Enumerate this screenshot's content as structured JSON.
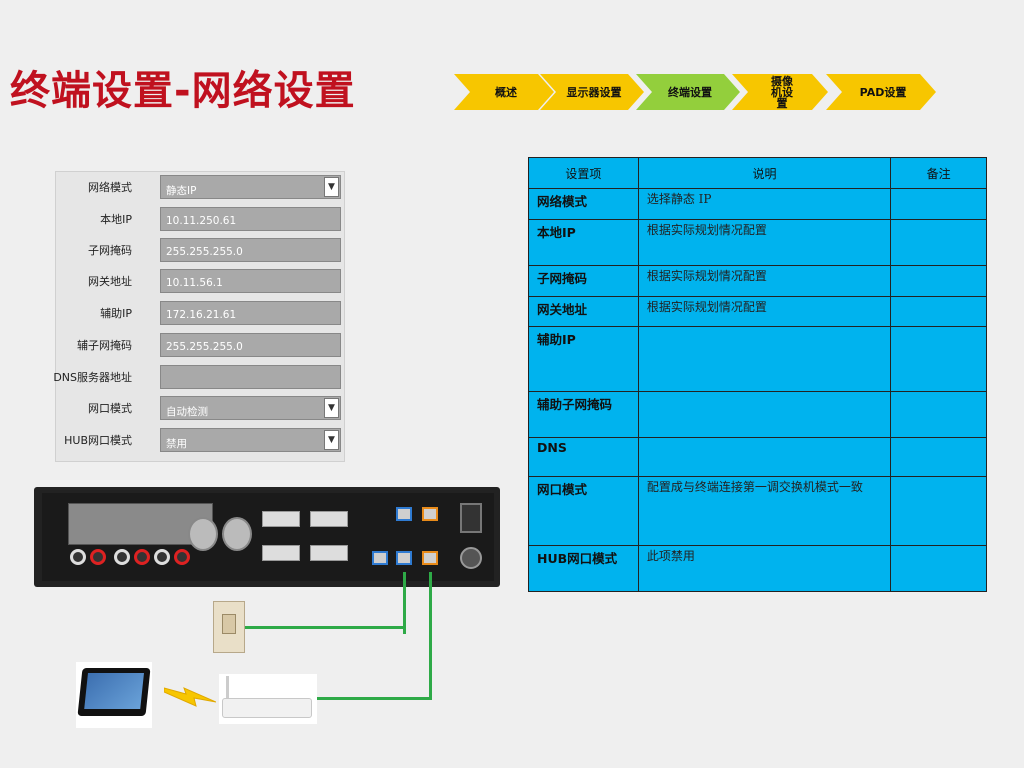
{
  "title": "终端设置-网络设置",
  "steps": [
    {
      "label": "概述",
      "color": "#f7c600"
    },
    {
      "label": "显示器设置",
      "color": "#f7c600"
    },
    {
      "label": "终端设置",
      "color": "#93cf3c",
      "active": true
    },
    {
      "label": "摄像机设置",
      "color": "#f7c600"
    },
    {
      "label": "PAD设置",
      "color": "#f7c600"
    }
  ],
  "form": [
    {
      "label": "网络模式",
      "value": "静态IP",
      "dropdown": true
    },
    {
      "label": "本地IP",
      "value": "10.11.250.61",
      "dropdown": false
    },
    {
      "label": "子网掩码",
      "value": "255.255.255.0",
      "dropdown": false
    },
    {
      "label": "网关地址",
      "value": "10.11.56.1",
      "dropdown": false
    },
    {
      "label": "辅助IP",
      "value": "172.16.21.61",
      "dropdown": false
    },
    {
      "label": "辅子网掩码",
      "value": "255.255.255.0",
      "dropdown": false
    },
    {
      "label": "DNS服务器地址",
      "value": "",
      "dropdown": false
    },
    {
      "label": "网口模式",
      "value": "自动检测",
      "dropdown": true
    },
    {
      "label": "HUB网口模式",
      "value": "禁用",
      "dropdown": true
    }
  ],
  "table": {
    "headers": [
      "设置项",
      "说明",
      "备注"
    ],
    "rows": [
      {
        "item": "网络模式",
        "desc": "选择静态 IP",
        "note": ""
      },
      {
        "item": "本地IP",
        "desc": "根据实际规划情况配置",
        "note": ""
      },
      {
        "item": "子网掩码",
        "desc": "根据实际规划情况配置",
        "note": ""
      },
      {
        "item": "网关地址",
        "desc": "根据实际规划情况配置",
        "note": ""
      },
      {
        "item": "辅助IP",
        "desc": "",
        "note": ""
      },
      {
        "item": "辅助子网掩码",
        "desc": "",
        "note": ""
      },
      {
        "item": "DNS",
        "desc": "",
        "note": ""
      },
      {
        "item": "网口模式",
        "desc": "配置成与终端连接第一调交换机模式一致",
        "note": ""
      },
      {
        "item": "HUB网口模式",
        "desc": "此项禁用",
        "note": ""
      }
    ]
  },
  "colors": {
    "title": "#c0111f",
    "table_bg": "#00b3ee",
    "wire": "#2eaa47"
  },
  "icons": {
    "dropdown": "chevron-down-icon",
    "device": "terminal-rear-panel",
    "phone": "wall-jack",
    "tablet": "tablet-pad",
    "router": "wireless-router",
    "wireless": "lightning-bolt-icon"
  }
}
